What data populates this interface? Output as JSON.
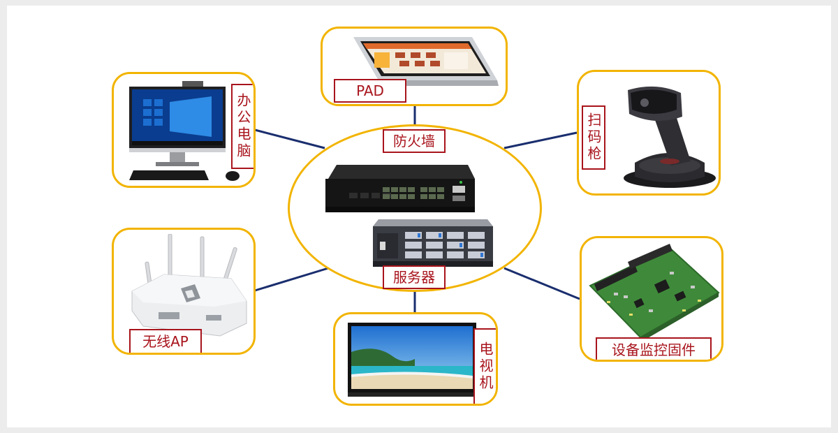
{
  "center": {
    "firewall_label": "防火墙",
    "server_label": "服务器"
  },
  "devices": {
    "pad": "PAD",
    "office_pc": "办公电脑",
    "scanner": "扫码枪",
    "wireless_ap": "无线AP",
    "tv": "电视机",
    "firmware": "设备监控固件"
  },
  "colors": {
    "box_border": "#f2b400",
    "tag_border": "#a8141c",
    "link_line": "#1a2e6e"
  }
}
